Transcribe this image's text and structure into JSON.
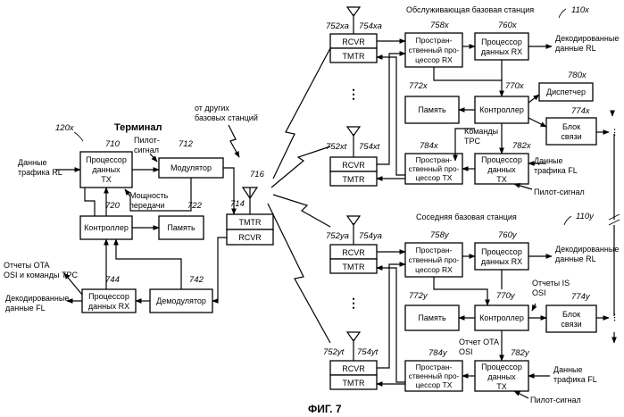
{
  "figure": {
    "caption": "ФИГ. 7",
    "terminal_title": "Терминал",
    "terminal_ref": "120x",
    "serving_title": "Обслуживающая базовая станция",
    "serving_ref": "110x",
    "neighbor_title": "Соседняя базовая станция",
    "neighbor_ref": "110y",
    "other_bs_line1": "от других",
    "other_bs_line2": "базовых станций",
    "link_ref": "716"
  },
  "terminal": {
    "tx_data_proc": {
      "line1": "Процессор",
      "line2": "данных",
      "line3": "TX",
      "ref": "710"
    },
    "modulator": {
      "label": "Модулятор",
      "ref": "712"
    },
    "controller": {
      "label": "Контроллер",
      "ref": "720"
    },
    "memory": {
      "label": "Память",
      "ref": "722"
    },
    "rx_data_proc": {
      "line1": "Процессор",
      "line2": "данных RX",
      "ref": "744"
    },
    "demodulator": {
      "label": "Демодулятор",
      "ref": "742"
    },
    "tmtr": "TMTR",
    "rcvr": "RCVR",
    "antenna_ref": "714",
    "in_traffic_line1": "Данные",
    "in_traffic_line2": "трафика RL",
    "pilot_line1": "Пилот-",
    "pilot_line2": "сигнал",
    "tx_power_line1": "Мощность",
    "tx_power_line2": "передачи",
    "reports_line1": "Отчеты OTA",
    "reports_line2": "OSI и команды TPC",
    "decoded_line1": "Декодированные",
    "decoded_line2": "данные FL"
  },
  "serving": {
    "rcvr_a": "RCVR",
    "tmtr_a": "TMTR",
    "ant_a_ref": "752xa",
    "unit_a_ref": "754xa",
    "rcvr_t": "RCVR",
    "tmtr_t": "TMTR",
    "ant_t_ref": "752xt",
    "unit_t_ref": "754xt",
    "rx_spatial": {
      "line1": "Простран-",
      "line2": "ственный про-",
      "line3": "цессор RX",
      "ref": "758x"
    },
    "rx_data_proc": {
      "line1": "Процессор",
      "line2": "данных RX",
      "ref": "760x"
    },
    "decoded_line1": "Декодированные",
    "decoded_line2": "данные RL",
    "scheduler": {
      "label": "Диспетчер",
      "ref": "780x"
    },
    "controller": {
      "label": "Контроллер",
      "ref": "770x"
    },
    "memory": {
      "label": "Память",
      "ref": "772x"
    },
    "comm_unit": {
      "line1": "Блок",
      "line2": "связи",
      "ref": "774x"
    },
    "tx_spatial": {
      "line1": "Простран-",
      "line2": "ственный про-",
      "line3": "цессор TX",
      "ref": "784x"
    },
    "tx_data_proc": {
      "line1": "Процессор",
      "line2": "данных",
      "line3": "TX",
      "ref": "782x"
    },
    "tpc_line1": "Команды",
    "tpc_line2": "TPC",
    "traffic_line1": "Данные",
    "traffic_line2": "трафика FL",
    "pilot": "Пилот-сигнал"
  },
  "neighbor": {
    "rcvr_a": "RCVR",
    "tmtr_a": "TMTR",
    "ant_a_ref": "752ya",
    "unit_a_ref": "754ya",
    "rcvr_t": "RCVR",
    "tmtr_t": "TMTR",
    "ant_t_ref": "752yt",
    "unit_t_ref": "754yt",
    "rx_spatial": {
      "line1": "Простран-",
      "line2": "ственный про-",
      "line3": "цессор RX",
      "ref": "758y"
    },
    "rx_data_proc": {
      "line1": "Процессор",
      "line2": "данных RX",
      "ref": "760y"
    },
    "decoded_line1": "Декодированные",
    "decoded_line2": "данные RL",
    "is_reports_line1": "Отчеты IS",
    "is_reports_line2": "OSI",
    "controller": {
      "label": "Контроллер",
      "ref": "770y"
    },
    "memory": {
      "label": "Память",
      "ref": "772y"
    },
    "comm_unit": {
      "line1": "Блок",
      "line2": "связи",
      "ref": "774y"
    },
    "tx_spatial": {
      "line1": "Простран-",
      "line2": "ственный про-",
      "line3": "цессор TX",
      "ref": "784y"
    },
    "tx_data_proc": {
      "line1": "Процессор",
      "line2": "данных",
      "line3": "TX",
      "ref": "782y"
    },
    "ota_line1": "Отчет OTA",
    "ota_line2": "OSI",
    "traffic_line1": "Данные",
    "traffic_line2": "трафика FL",
    "pilot": "Пилот-сигнал"
  }
}
